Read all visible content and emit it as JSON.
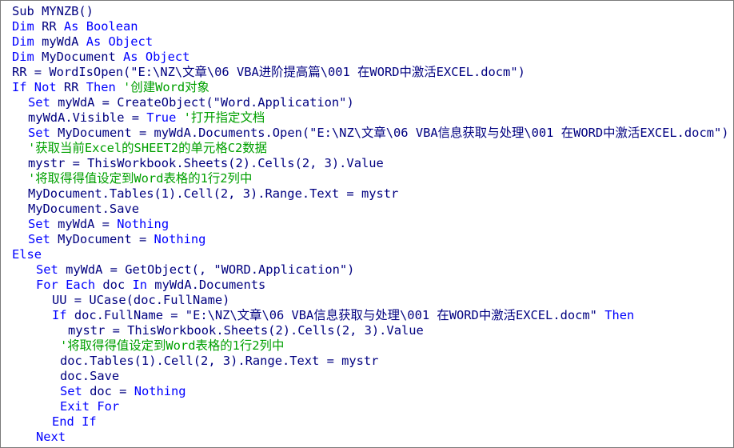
{
  "colors": {
    "code_text": "#000080",
    "keyword": "#0000FF",
    "comment": "#00A000",
    "background": "#FFFFFF",
    "border": "#7A7A7A"
  },
  "lines": [
    {
      "indent": 0,
      "tokens": [
        {
          "t": "Sub MYNZB()",
          "k": "tx"
        }
      ]
    },
    {
      "indent": 0,
      "tokens": [
        {
          "t": "Dim",
          "k": "kw"
        },
        {
          "t": " RR ",
          "k": "tx"
        },
        {
          "t": "As Boolean",
          "k": "kw"
        }
      ]
    },
    {
      "indent": 0,
      "tokens": [
        {
          "t": "Dim",
          "k": "kw"
        },
        {
          "t": " myWdA ",
          "k": "tx"
        },
        {
          "t": "As Object",
          "k": "kw"
        }
      ]
    },
    {
      "indent": 0,
      "tokens": [
        {
          "t": "Dim",
          "k": "kw"
        },
        {
          "t": " MyDocument ",
          "k": "tx"
        },
        {
          "t": "As Object",
          "k": "kw"
        }
      ]
    },
    {
      "indent": 0,
      "tokens": [
        {
          "t": "RR = WordIsOpen(\"E:\\NZ\\文章\\06 VBA进阶提高篇\\001 在WORD中激活EXCEL.docm\")",
          "k": "tx"
        }
      ]
    },
    {
      "indent": 0,
      "tokens": [
        {
          "t": "If Not",
          "k": "kw"
        },
        {
          "t": " RR ",
          "k": "tx"
        },
        {
          "t": "Then",
          "k": "kw"
        },
        {
          "t": " '创建Word对象",
          "k": "cm"
        }
      ]
    },
    {
      "indent": 1,
      "tokens": [
        {
          "t": "Set",
          "k": "kw"
        },
        {
          "t": " myWdA = CreateObject(\"Word.Application\")",
          "k": "tx"
        }
      ]
    },
    {
      "indent": 1,
      "tokens": [
        {
          "t": "myWdA.Visible = ",
          "k": "tx"
        },
        {
          "t": "True",
          "k": "kw"
        },
        {
          "t": " '打开指定文档",
          "k": "cm"
        }
      ]
    },
    {
      "indent": 1,
      "tokens": [
        {
          "t": "Set",
          "k": "kw"
        },
        {
          "t": " MyDocument = myWdA.Documents.Open(\"E:\\NZ\\文章\\06 VBA信息获取与处理\\001 在WORD中激活EXCEL.docm\")",
          "k": "tx"
        }
      ]
    },
    {
      "indent": 1,
      "tokens": [
        {
          "t": "'获取当前Excel的SHEET2的单元格C2数据",
          "k": "cm"
        }
      ]
    },
    {
      "indent": 1,
      "tokens": [
        {
          "t": "mystr = ThisWorkbook.Sheets(2).Cells(2, 3).Value",
          "k": "tx"
        }
      ]
    },
    {
      "indent": 1,
      "tokens": [
        {
          "t": "'将取得得值设定到Word表格的1行2列中",
          "k": "cm"
        }
      ]
    },
    {
      "indent": 1,
      "tokens": [
        {
          "t": "MyDocument.Tables(1).Cell(2, 3).Range.Text = mystr",
          "k": "tx"
        }
      ]
    },
    {
      "indent": 1,
      "tokens": [
        {
          "t": "MyDocument.Save",
          "k": "tx"
        }
      ]
    },
    {
      "indent": 1,
      "tokens": [
        {
          "t": "Set",
          "k": "kw"
        },
        {
          "t": " myWdA = ",
          "k": "tx"
        },
        {
          "t": "Nothing",
          "k": "kw"
        }
      ]
    },
    {
      "indent": 1,
      "tokens": [
        {
          "t": "Set",
          "k": "kw"
        },
        {
          "t": " MyDocument = ",
          "k": "tx"
        },
        {
          "t": "Nothing",
          "k": "kw"
        }
      ]
    },
    {
      "indent": 0,
      "tokens": [
        {
          "t": "Else",
          "k": "kw"
        }
      ]
    },
    {
      "indent": 2,
      "tokens": [
        {
          "t": "Set",
          "k": "kw"
        },
        {
          "t": " myWdA = GetObject(, \"WORD.Application\")",
          "k": "tx"
        }
      ]
    },
    {
      "indent": 2,
      "tokens": [
        {
          "t": "For Each",
          "k": "kw"
        },
        {
          "t": " doc ",
          "k": "tx"
        },
        {
          "t": "In",
          "k": "kw"
        },
        {
          "t": " myWdA.Documents",
          "k": "tx"
        }
      ]
    },
    {
      "indent": 3,
      "tokens": [
        {
          "t": "UU = UCase(doc.FullName)",
          "k": "tx"
        }
      ]
    },
    {
      "indent": 3,
      "tokens": [
        {
          "t": "If",
          "k": "kw"
        },
        {
          "t": " doc.FullName = \"E:\\NZ\\文章\\06 VBA信息获取与处理\\001 在WORD中激活EXCEL.docm\" ",
          "k": "tx"
        },
        {
          "t": "Then",
          "k": "kw"
        }
      ]
    },
    {
      "indent": 5,
      "tokens": [
        {
          "t": "mystr = ThisWorkbook.Sheets(2).Cells(2, 3).Value",
          "k": "tx"
        }
      ]
    },
    {
      "indent": 4,
      "tokens": [
        {
          "t": "'将取得得值设定到Word表格的1行2列中",
          "k": "cm"
        }
      ]
    },
    {
      "indent": 4,
      "tokens": [
        {
          "t": "doc.Tables(1).Cell(2, 3).Range.Text = mystr",
          "k": "tx"
        }
      ]
    },
    {
      "indent": 4,
      "tokens": [
        {
          "t": "doc.Save",
          "k": "tx"
        }
      ]
    },
    {
      "indent": 4,
      "tokens": [
        {
          "t": "Set",
          "k": "kw"
        },
        {
          "t": " doc = ",
          "k": "tx"
        },
        {
          "t": "Nothing",
          "k": "kw"
        }
      ]
    },
    {
      "indent": 4,
      "tokens": [
        {
          "t": "Exit For",
          "k": "kw"
        }
      ]
    },
    {
      "indent": 3,
      "tokens": [
        {
          "t": "End If",
          "k": "kw"
        }
      ]
    },
    {
      "indent": 2,
      "tokens": [
        {
          "t": "Next",
          "k": "kw"
        }
      ]
    }
  ]
}
